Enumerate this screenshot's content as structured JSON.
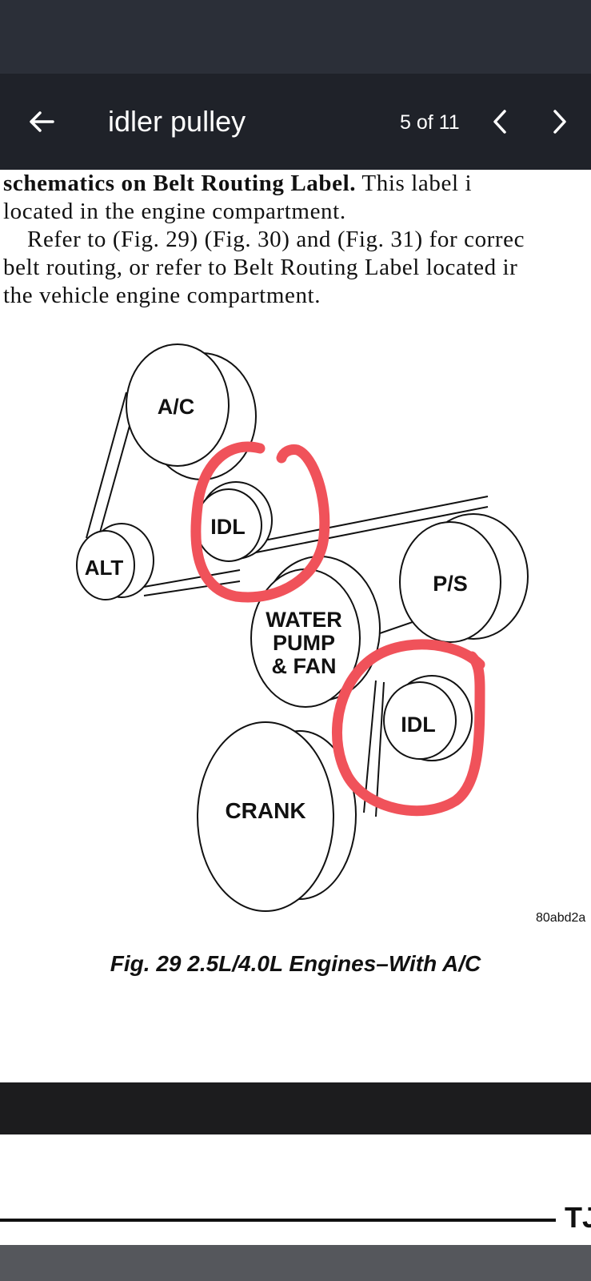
{
  "toolbar": {
    "back_icon": "arrow-left-icon",
    "search_term": "idler pulley",
    "match_counter": "5 of 11",
    "prev_icon": "chevron-left-icon",
    "next_icon": "chevron-right-icon"
  },
  "document": {
    "line1_bold": "schematics on Belt Routing Label.",
    "line1_rest": " This label i",
    "line2": "located in the engine compartment.",
    "line3": "Refer to (Fig. 29) (Fig. 30) and (Fig. 31) for correc",
    "line4": "belt routing, or refer to Belt Routing Label located ir",
    "line5": "the vehicle engine compartment."
  },
  "figure": {
    "pulleys": {
      "ac": "A/C",
      "idler_top": "IDL",
      "alt": "ALT",
      "ps": "P/S",
      "water_pump_line1": "WATER",
      "water_pump_line2": "PUMP",
      "water_pump_line3": "& FAN",
      "idler_bottom": "IDL",
      "crank": "CRANK"
    },
    "code": "80abd2a",
    "caption": "Fig. 29 2.5L/4.0L Engines–With A/C",
    "annotation_color": "#f0525a"
  },
  "footer": {
    "mark": "TJ"
  }
}
